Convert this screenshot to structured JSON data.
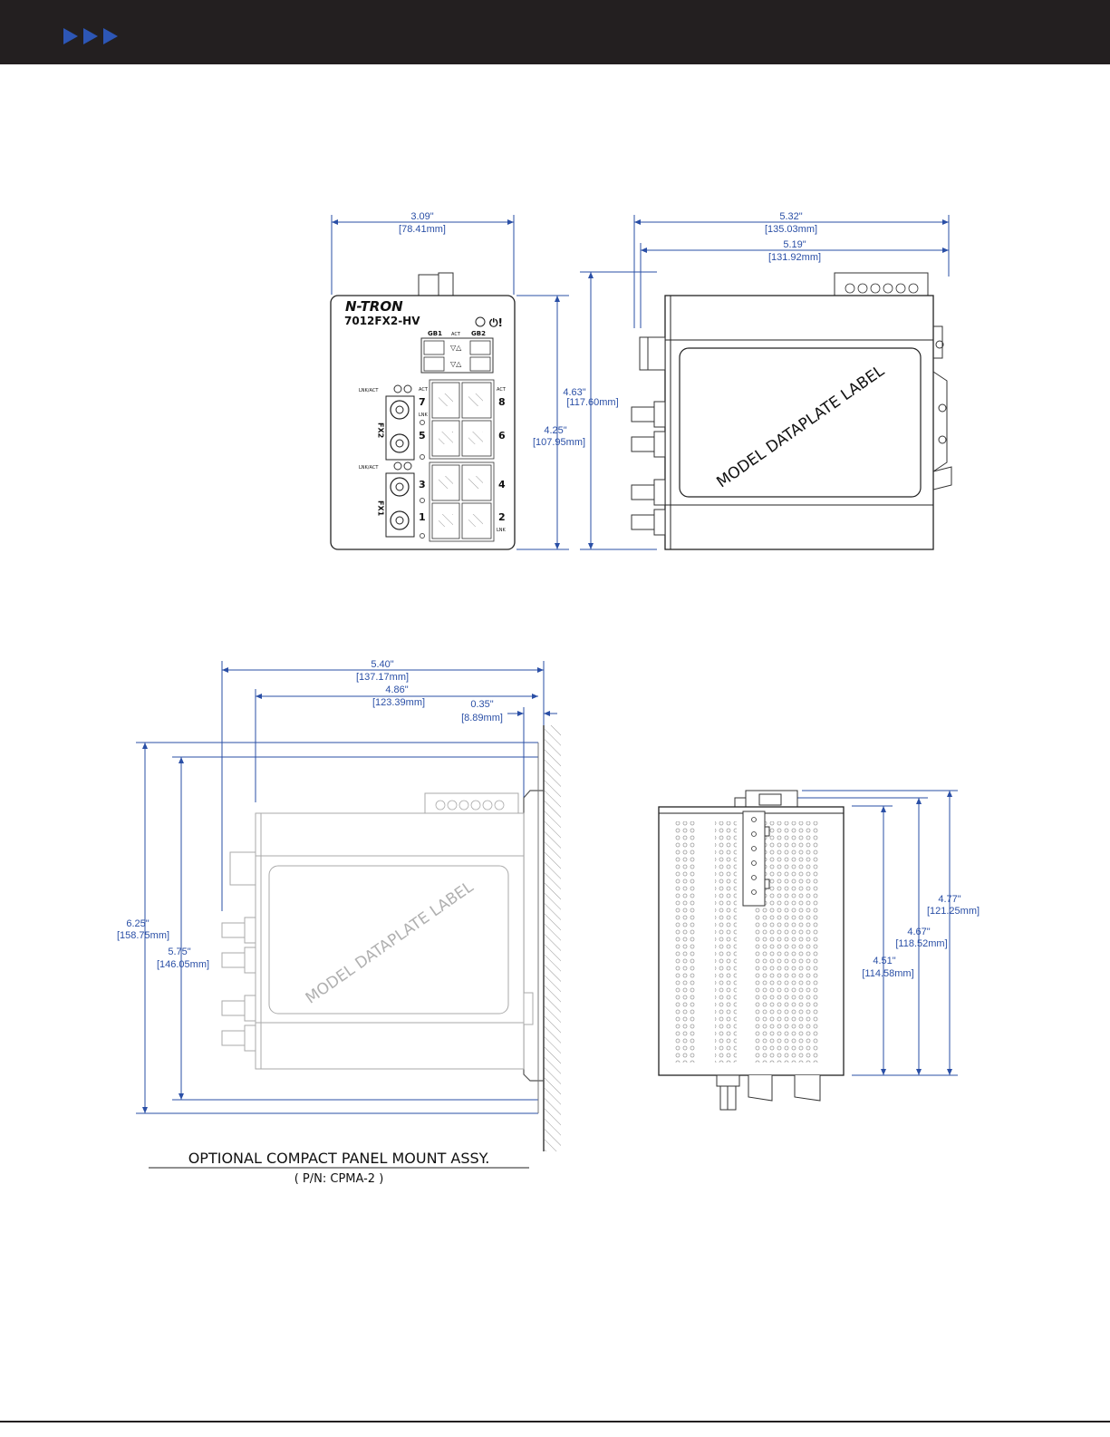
{
  "colors": {
    "header": "#231f20",
    "accent": "#2d56b5",
    "dimension": "#2a4fa6"
  },
  "front_view": {
    "brand": "N-TRON",
    "model": "7012FX2-HV",
    "gb1": "GB1",
    "gb2": "GB2",
    "act": "ACT",
    "lnk": "LNK",
    "lnkact": "LNK/ACT",
    "fx2": "FX2",
    "fx1": "FX1",
    "ports": [
      "7",
      "8",
      "5",
      "6",
      "3",
      "4",
      "1",
      "2"
    ],
    "width_in": "3.09\"",
    "width_mm": "[78.41mm]",
    "height1_in": "4.63\"",
    "height1_mm": "[117.60mm]",
    "height2_in": "4.25\"",
    "height2_mm": "[107.95mm]"
  },
  "side_view": {
    "label": "MODEL DATAPLATE LABEL",
    "depth1_in": "5.32\"",
    "depth1_mm": "[135.03mm]",
    "depth2_in": "5.19\"",
    "depth2_mm": "[131.92mm]"
  },
  "panel_view": {
    "label": "MODEL DATAPLATE LABEL",
    "d1_in": "5.40\"",
    "d1_mm": "[137.17mm]",
    "d2_in": "4.86\"",
    "d2_mm": "[123.39mm]",
    "d3_in": "0.35\"",
    "d3_mm": "[8.89mm]",
    "h1_in": "6.25\"",
    "h1_mm": "[158.75mm]",
    "h2_in": "5.75\"",
    "h2_mm": "[146.05mm]",
    "caption": "OPTIONAL COMPACT PANEL MOUNT ASSY.",
    "part_number": "( P/N: CPMA-2 )"
  },
  "top_view": {
    "h1_in": "4.77\"",
    "h1_mm": "[121.25mm]",
    "h2_in": "4.67\"",
    "h2_mm": "[118.52mm]",
    "h3_in": "4.51\"",
    "h3_mm": "[114.58mm]"
  }
}
